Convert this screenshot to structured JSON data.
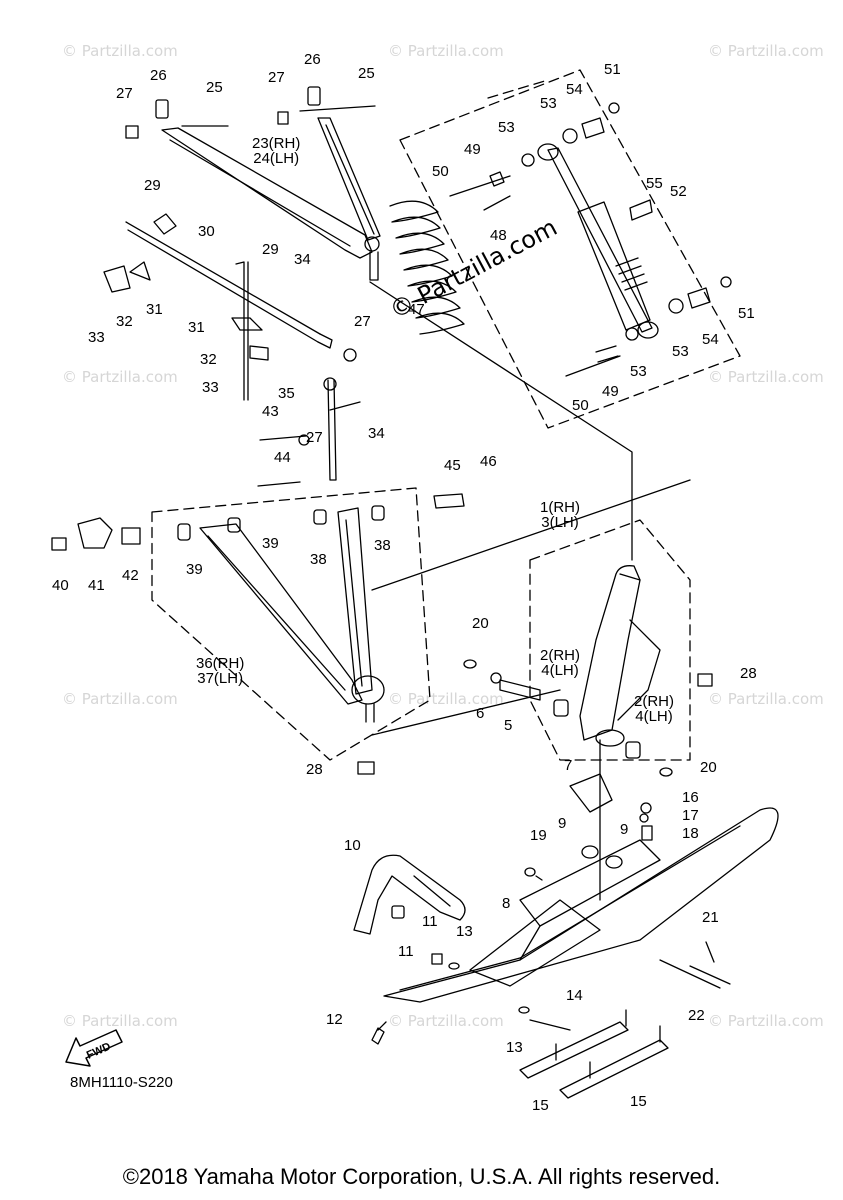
{
  "watermark_text": "© Partzilla.com",
  "center_watermark_text": "© Partzilla.com",
  "diagram_code": "8MH1110-S220",
  "copyright": "©2018 Yamaha Motor Corporation, U.S.A. All rights reserved.",
  "fwd_label": "FWD",
  "callouts": {
    "c27a": "27",
    "c26a": "26",
    "c25a": "25",
    "c27b": "27",
    "c26b": "26",
    "c25b": "25",
    "c23": "23(RH)\n24(LH)",
    "c29a": "29",
    "c30": "30",
    "c29b": "29",
    "c34a": "34",
    "c33a": "33",
    "c32a": "32",
    "c31a": "31",
    "c31b": "31",
    "c32b": "32",
    "c33b": "33",
    "c27c": "27",
    "c35": "35",
    "c34b": "34",
    "c43": "43",
    "c44": "44",
    "c27d": "27",
    "c45": "45",
    "c46": "46",
    "c40": "40",
    "c41": "41",
    "c42": "42",
    "c39a": "39",
    "c39b": "39",
    "c38a": "38",
    "c38b": "38",
    "c36": "36(RH)\n37(LH)",
    "c47": "47",
    "c51a": "51",
    "c54a": "54",
    "c53a": "53",
    "c53b": "53",
    "c49a": "49",
    "c50a": "50",
    "c48": "48",
    "c55": "55",
    "c52": "52",
    "c51b": "51",
    "c54b": "54",
    "c53c": "53",
    "c53d": "53",
    "c49b": "49",
    "c50b": "50",
    "c1": "1(RH)\n3(LH)",
    "c20a": "20",
    "c2a": "2(RH)\n4(LH)",
    "c6": "6",
    "c5": "5",
    "c2b": "2(RH)\n4(LH)",
    "c28a": "28",
    "c28b": "28",
    "c20b": "20",
    "c7": "7",
    "c16": "16",
    "c17": "17",
    "c18": "18",
    "c9a": "9",
    "c9b": "9",
    "c19": "19",
    "c10": "10",
    "c8": "8",
    "c11a": "11",
    "c11b": "11",
    "c13a": "13",
    "c21": "21",
    "c14": "14",
    "c12": "12",
    "c13b": "13",
    "c22": "22",
    "c15a": "15",
    "c15b": "15"
  }
}
